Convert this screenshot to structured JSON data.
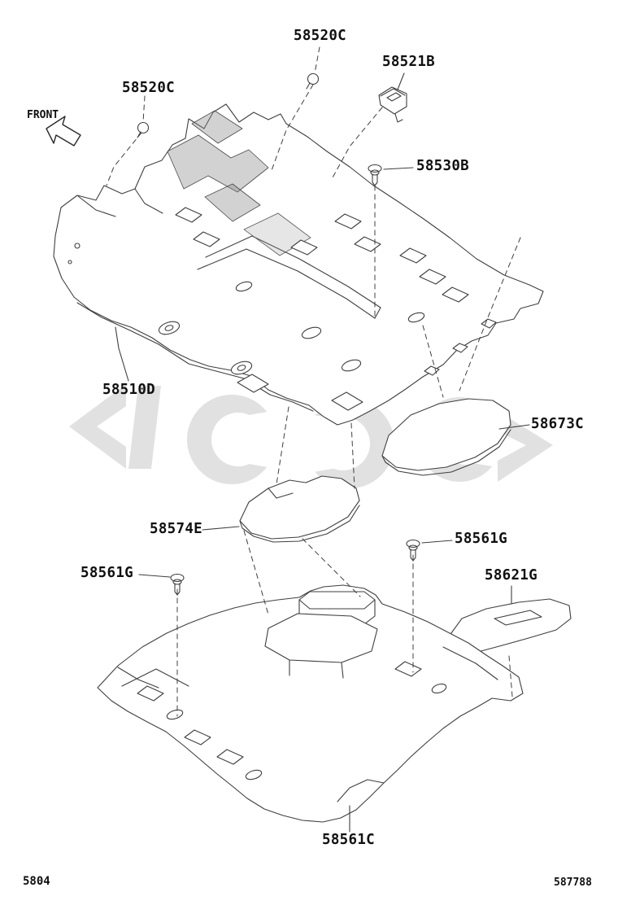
{
  "page": {
    "front_label": "FRONT",
    "page_code": "5804",
    "figure_code": "587788"
  },
  "labels": [
    {
      "text": "58520C"
    },
    {
      "text": "58521B"
    },
    {
      "text": "58520C"
    },
    {
      "text": "58530B"
    },
    {
      "text": "58510D"
    },
    {
      "text": "58673C"
    },
    {
      "text": "58574E"
    },
    {
      "text": "58561G"
    },
    {
      "text": "58561G"
    },
    {
      "text": "58621G"
    },
    {
      "text": "58561C"
    }
  ],
  "colors": {
    "line": "#3f3f3f",
    "text": "#101010",
    "watermark": "#c9c9c9",
    "background": "#ffffff"
  }
}
